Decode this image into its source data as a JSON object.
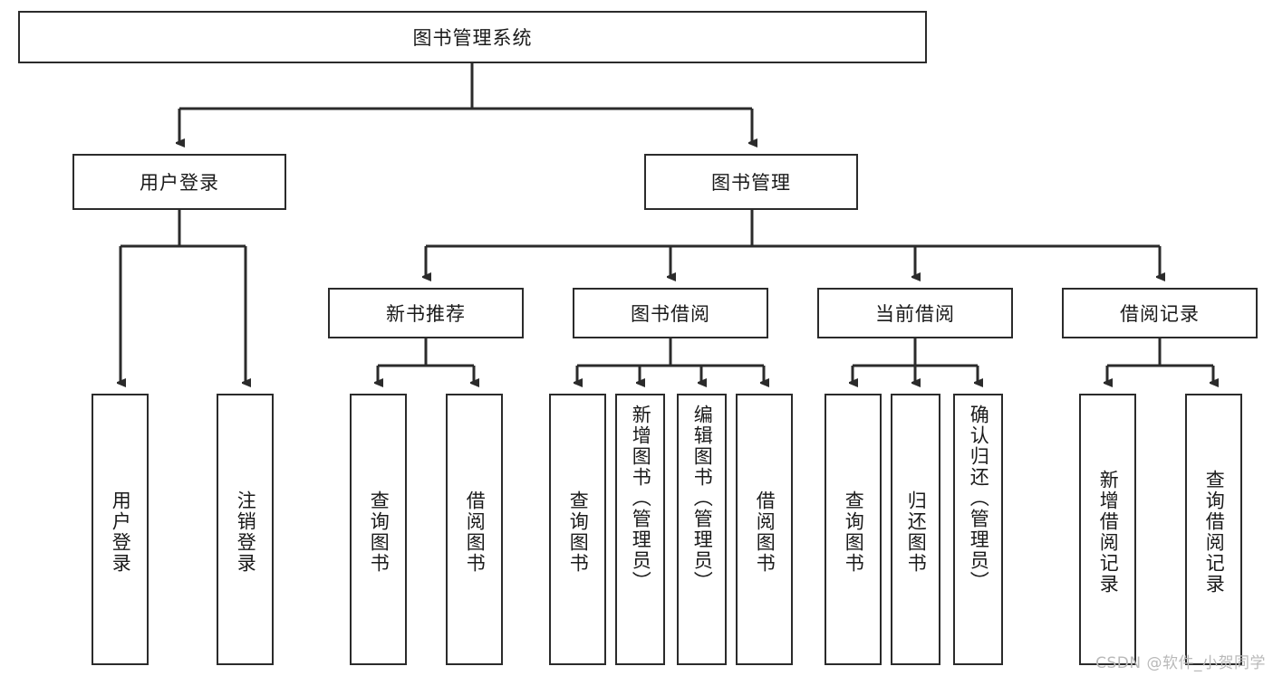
{
  "diagram": {
    "title": "图书管理系统",
    "type": "hierarchy-tree",
    "watermark": "CSDN @软件_小贺同学",
    "colors": {
      "box_border": "#2b2b2b",
      "box_fill": "#ffffff",
      "connector": "#2b2b2b",
      "text": "#1a1a1a",
      "watermark": "#b9b9b9"
    },
    "levels": {
      "root": {
        "label": "图书管理系统"
      },
      "level2": [
        {
          "label": "用户登录"
        },
        {
          "label": "图书管理"
        }
      ],
      "level3": [
        {
          "label": "新书推荐"
        },
        {
          "label": "图书借阅"
        },
        {
          "label": "当前借阅"
        },
        {
          "label": "借阅记录"
        }
      ],
      "leaves": [
        {
          "label": "用户登录"
        },
        {
          "label": "注销登录"
        },
        {
          "label": "查询图书"
        },
        {
          "label": "借阅图书"
        },
        {
          "label": "查询图书"
        },
        {
          "label": "新增图书（管理员）"
        },
        {
          "label": "编辑图书（管理员）"
        },
        {
          "label": "借阅图书"
        },
        {
          "label": "查询图书"
        },
        {
          "label": "归还图书"
        },
        {
          "label": "确认归还（管理员）"
        },
        {
          "label": "新增借阅记录"
        },
        {
          "label": "查询借阅记录"
        }
      ]
    }
  }
}
